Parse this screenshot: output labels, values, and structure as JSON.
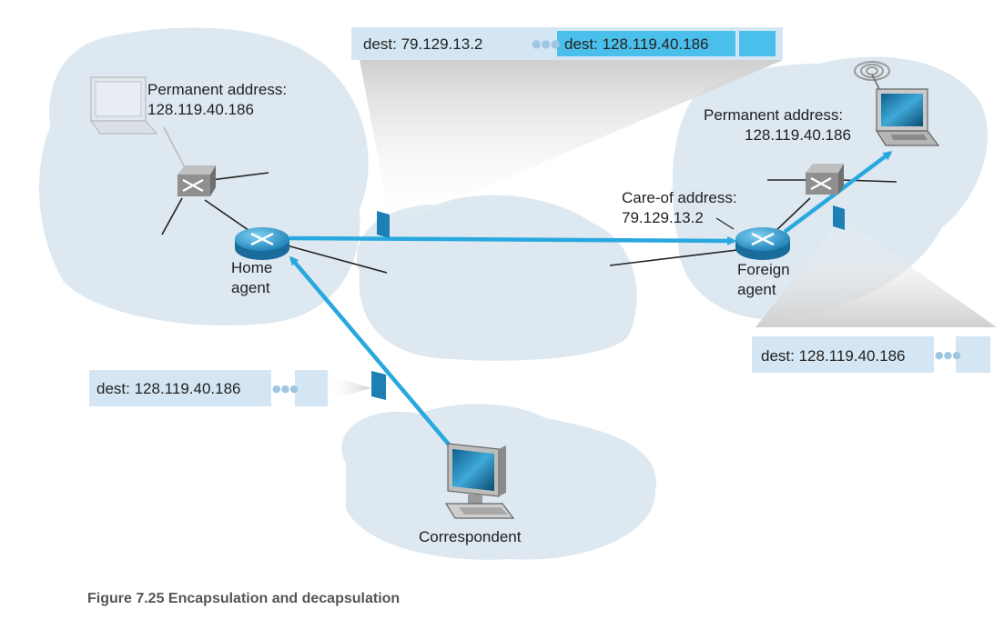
{
  "colors": {
    "cloud": "#dde8f0",
    "packet_header": "#d4e6f3",
    "packet_body": "#4bbfec",
    "route": "#29a8df",
    "router": "#2d8fc4"
  },
  "labels": {
    "home_permanent_title": "Permanent address:",
    "home_permanent_ip": "128.119.40.186",
    "home_agent_1": "Home",
    "home_agent_2": "agent",
    "foreign_permanent_title": "Permanent address:",
    "foreign_permanent_ip": "128.119.40.186",
    "care_of_title": "Care-of address:",
    "care_of_ip": "79.129.13.2",
    "foreign_agent_1": "Foreign",
    "foreign_agent_2": "agent",
    "correspondent": "Correspondent"
  },
  "packets": {
    "encapsulated_outer": "dest: 79.129.13.2",
    "encapsulated_inner": "dest: 128.119.40.186",
    "decapsulated": "dest: 128.119.40.186",
    "original": "dest: 128.119.40.186"
  },
  "caption": "Figure 7.25 Encapsulation and decapsulation"
}
